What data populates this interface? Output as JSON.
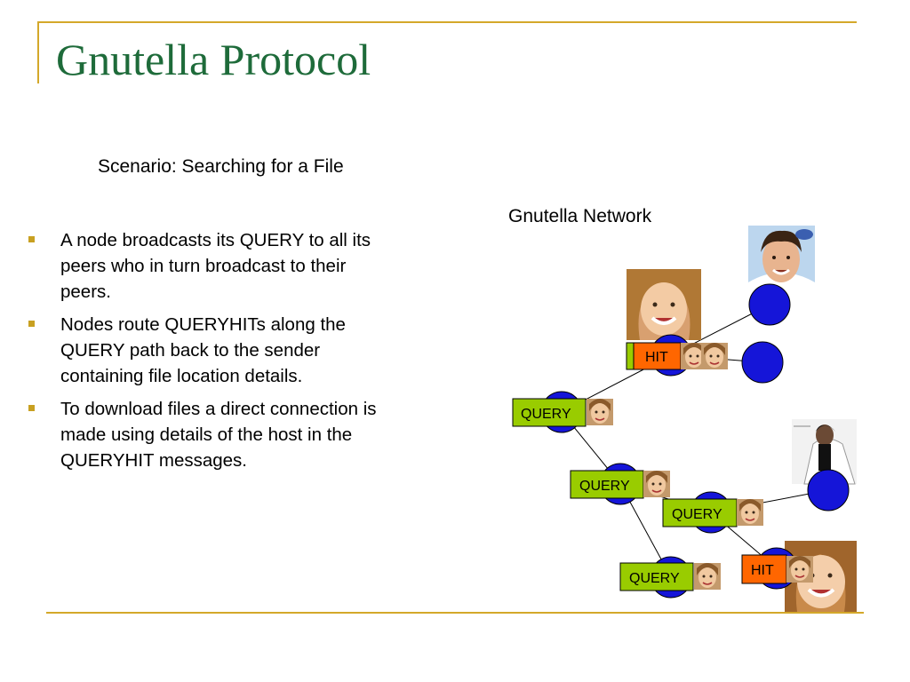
{
  "slide": {
    "title": "Gnutella Protocol",
    "subtitle": "Scenario: Searching for a File",
    "network_label": "Gnutella Network"
  },
  "bullets": [
    "A node broadcasts its QUERY to all its peers who in turn broadcast to their peers.",
    "Nodes route QUERYHITs along the QUERY path back to the sender containing file location details.",
    "To download files a direct connection is made using details of the host in the QUERYHIT messages."
  ],
  "diagram": {
    "message_labels": {
      "query": "QUERY",
      "hit": "HIT"
    },
    "colors": {
      "node": "#1515d8",
      "query_tag": "#99cc00",
      "hit_tag": "#ff6600",
      "rule": "#d4a82a",
      "title": "#1e6b3a"
    }
  }
}
